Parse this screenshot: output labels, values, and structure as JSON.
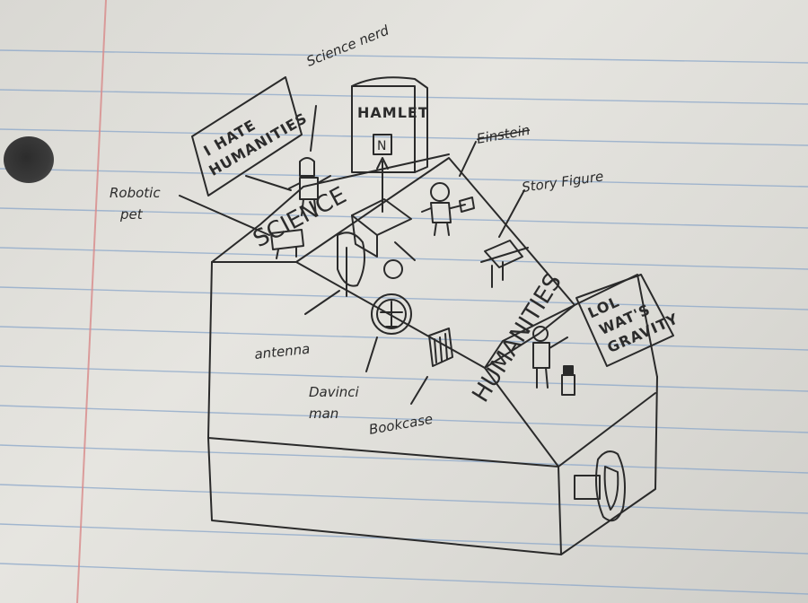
{
  "photo": {
    "subject": "pencil sketch on lined notebook paper",
    "colors": {
      "paper": "#e2e1dc",
      "rule_line": "#8aa6c9",
      "margin_line": "#d98a8a",
      "ink": "#2a2a2a"
    }
  },
  "signs": {
    "left_sign_line1": "I HATE",
    "left_sign_line2": "HUMANITIES",
    "book_title": "HAMLET",
    "book_emblem": "N",
    "right_sign_line1": "LOL",
    "right_sign_line2": "WAT'S",
    "right_sign_line3": "GRAVITY",
    "ramp_text_left": "SCIENCE",
    "ramp_text_right": "HUMANITIES"
  },
  "labels": {
    "science_nerd": "Science nerd",
    "robotic_pet": "Robotic pet",
    "einstein": "Einstein",
    "story_figure": "Story Figure",
    "antenna": "antenna",
    "davinci_man_line1": "Davinci",
    "davinci_man_line2": "man",
    "bookcase": "Bookcase"
  }
}
